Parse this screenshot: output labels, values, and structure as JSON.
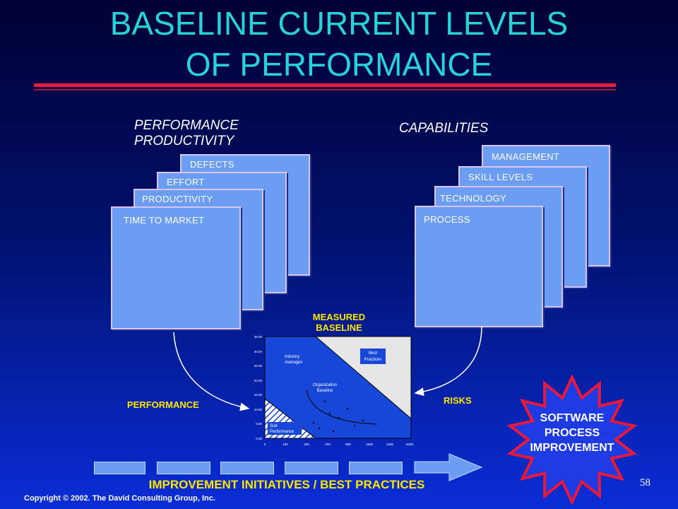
{
  "title": {
    "line1": "BASELINE CURRENT LEVELS",
    "line2": "OF PERFORMANCE"
  },
  "left_group": {
    "heading_line1": "PERFORMANCE",
    "heading_line2": "PRODUCTIVITY",
    "cards": [
      "DEFECTS",
      "EFFORT",
      "PRODUCTIVITY",
      "TIME TO MARKET"
    ]
  },
  "right_group": {
    "heading": "CAPABILITIES",
    "cards": [
      "MANAGEMENT",
      "SKILL LEVELS",
      "TECHNOLOGY",
      "PROCESS"
    ]
  },
  "chart": {
    "title_line1": "MEASURED",
    "title_line2": "BASELINE",
    "y_ticks": [
      "0.00",
      "5.00",
      "10.00",
      "15.00",
      "20.00",
      "25.00",
      "30.00",
      "35.00"
    ],
    "x_ticks": [
      "0",
      "100",
      "200",
      "400",
      "800",
      "1600",
      "3200",
      "6400"
    ],
    "regions": {
      "best_line1": "Best",
      "best_line2": "Practices",
      "industry_line1": "Industry",
      "industry_line2": "Averages",
      "org_line1": "Organization",
      "org_line2": "Baseline",
      "sub_line1": "Sub",
      "sub_line2": "Performance"
    }
  },
  "labels": {
    "performance": "PERFORMANCE",
    "risks": "RISKS"
  },
  "star": {
    "line1": "SOFTWARE",
    "line2": "PROCESS",
    "line3": "IMPROVEMENT"
  },
  "bottom": {
    "initiatives": "IMPROVEMENT INITIATIVES / BEST PRACTICES"
  },
  "footer": {
    "copyright": "Copyright © 2002.  The David Consulting Group, Inc.",
    "page": "58"
  },
  "colors": {
    "title": "#27d3d8",
    "card": "#6b9df2",
    "accent_red": "#e8193b",
    "label_yellow": "#ffe600"
  }
}
